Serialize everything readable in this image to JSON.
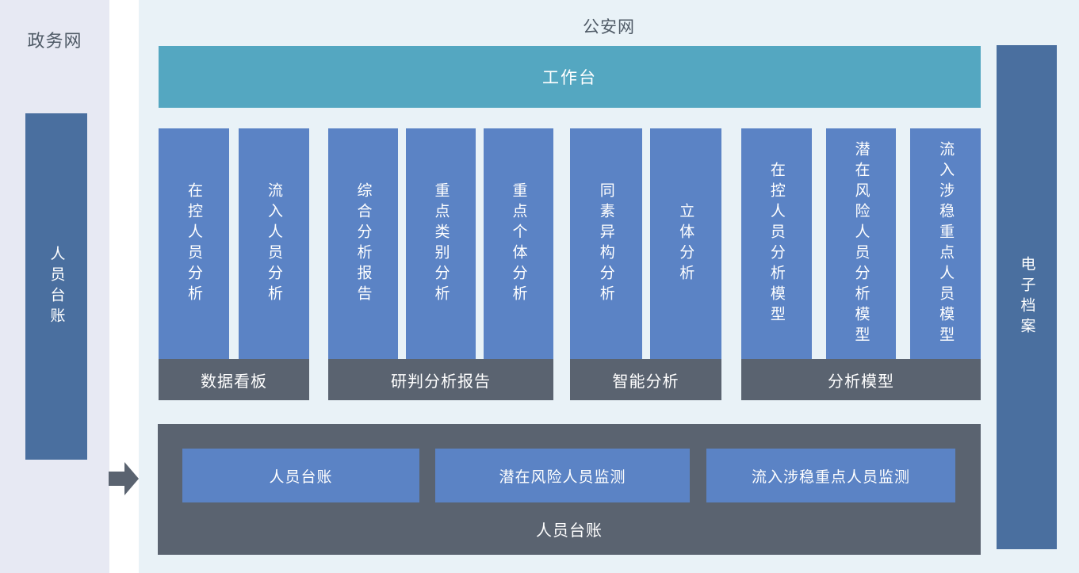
{
  "colors": {
    "gov_panel_bg": "#e7e9f3",
    "main_panel_bg": "#e9f2f7",
    "side_bar_blue": "#4a6f9f",
    "module_bar_blue": "#5b83c5",
    "workbench_teal": "#54a7c1",
    "dark_slate": "#5a6370",
    "title_text": "#4f5a66",
    "bar_text": "#ffffff"
  },
  "government_network": {
    "label": "政务网",
    "ledger_bar": "人员台账"
  },
  "police_network": {
    "label": "公安网",
    "workbench": "工作台",
    "groups": [
      {
        "label": "数据看板",
        "items": [
          "在控人员分析",
          "流入人员分析"
        ]
      },
      {
        "label": "研判分析报告",
        "items": [
          "综合分析报告",
          "重点类别分析",
          "重点个体分析"
        ]
      },
      {
        "label": "智能分析",
        "items": [
          "同素异构分析",
          "立体分析"
        ]
      },
      {
        "label": "分析模型",
        "items": [
          "在控人员分析模型",
          "潜在风险人员分析模型",
          "流入涉稳重点人员模型"
        ]
      }
    ],
    "bottom_panel": {
      "label": "人员台账",
      "buttons": [
        "人员台账",
        "潜在风险人员监测",
        "流入涉稳重点人员监测"
      ]
    },
    "archive_bar": "电子档案"
  }
}
